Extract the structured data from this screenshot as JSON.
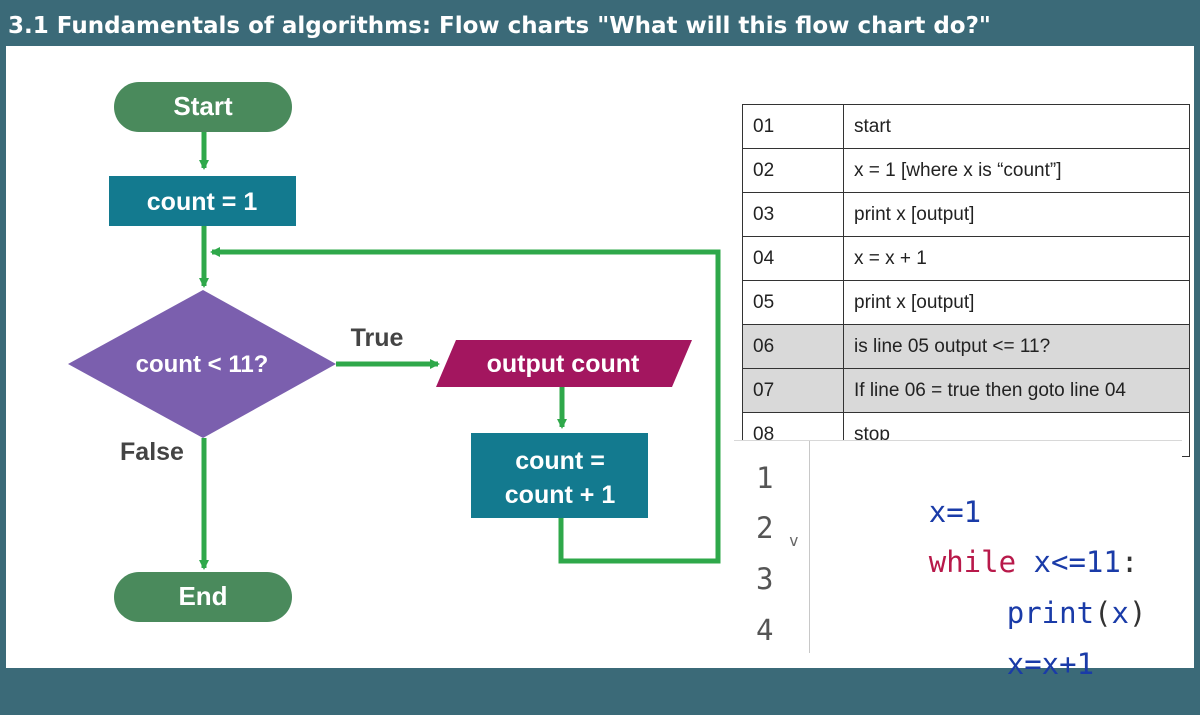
{
  "slide": {
    "title": "3.1 Fundamentals of algorithms: Flow charts \"What will this flow chart do?\""
  },
  "flowchart": {
    "start": "Start",
    "init": "count = 1",
    "decision": "count < 11?",
    "true_label": "True",
    "false_label": "False",
    "output": "output count",
    "increment_line1": "count =",
    "increment_line2": "count + 1",
    "end": "End",
    "colors": {
      "terminal": "#4a8a5c",
      "process": "#137a8f",
      "decision": "#7b5fae",
      "io": "#a3165f",
      "arrow": "#2fa84a"
    }
  },
  "steps_table": {
    "rows": [
      {
        "num": "01",
        "text": "start"
      },
      {
        "num": "02",
        "text": "x = 1 [where x is “count”]"
      },
      {
        "num": "03",
        "text": "print x [output]"
      },
      {
        "num": "04",
        "text": "x = x + 1"
      },
      {
        "num": "05",
        "text": "print x [output]"
      },
      {
        "num": "06",
        "text": "is line 05 output <= 11?"
      },
      {
        "num": "07",
        "text": "If line 06 = true then goto line 04"
      },
      {
        "num": "08",
        "text": "stop"
      }
    ]
  },
  "code": {
    "line_numbers": [
      "1",
      "2",
      "3",
      "4"
    ],
    "fold_marker": "v",
    "line1": "x=1",
    "line2_kw": "while",
    "line2_cond": "x<=11",
    "line2_colon": ":",
    "line3_fn": "print",
    "line3_open": "(",
    "line3_arg": "x",
    "line3_close": ")",
    "line4": "x=x+1"
  }
}
